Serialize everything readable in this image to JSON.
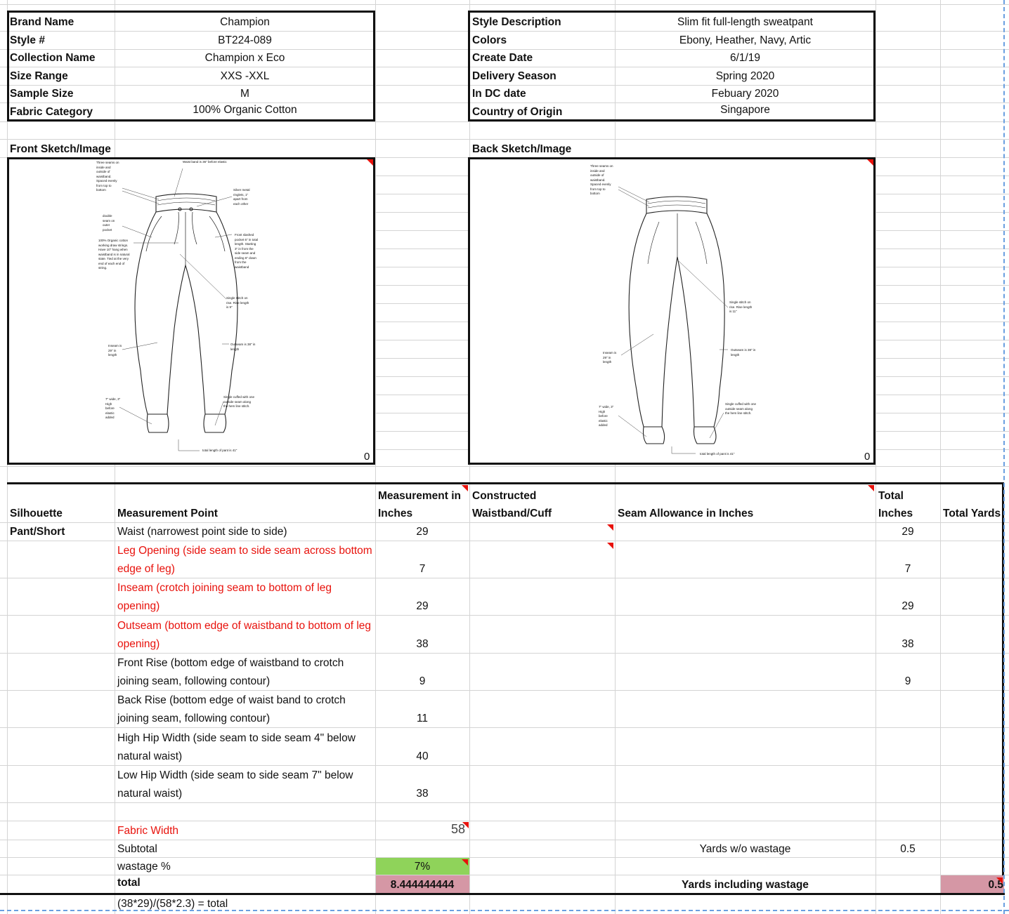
{
  "header_left": {
    "rows": [
      {
        "label": "Brand Name",
        "value": "Champion"
      },
      {
        "label": "Style #",
        "value": "BT224-089"
      },
      {
        "label": "Collection Name",
        "value": "Champion x Eco"
      },
      {
        "label": "Size Range",
        "value": "XXS -XXL"
      },
      {
        "label": "Sample Size",
        "value": "M"
      },
      {
        "label": "Fabric Category",
        "value": "100% Organic Cotton"
      }
    ]
  },
  "header_right": {
    "rows": [
      {
        "label": "Style Description",
        "value": "Slim fit full-length sweatpant"
      },
      {
        "label": "Colors",
        "value": "Ebony, Heather, Navy, Artic"
      },
      {
        "label": "Create Date",
        "value": "6/1/19"
      },
      {
        "label": "Delivery Season",
        "value": "Spring 2020"
      },
      {
        "label": "In DC date",
        "value": "Febuary 2020"
      },
      {
        "label": "Country of Origin",
        "value": "Singapore"
      }
    ]
  },
  "sketches": {
    "front_title": "Front Sketch/Image",
    "back_title": "Back Sketch/Image",
    "front_counter": "0",
    "back_counter": "0",
    "front_notes": {
      "seams": "Three seams on inside and outside of waistband. Spaced evenly from top to bottom",
      "waistband": "Waist band is 36\" before elastic",
      "grommets": "Silver metal ringlets, 1\" apart from each other",
      "pocket_seam": "double seam on outer pocket",
      "drawstring": "100% Organic cotton working draw strings. Have 10\" hang when waistband is in natural state. Tied at the very end of each end of string.",
      "front_pocket": "Front slashed pocket 6\" in total length. Starting 3\" in from the side seam and ending 6\" down from the waistband",
      "rise": "Single stitch on rise. Rise length is 9\"",
      "inseam": "Inseam is 29\" in length",
      "outseam": "Outseam is 38\" in length",
      "cuff_size": "7\" wide, 3\" High before elastic added",
      "cuff": "Single cuffed with one outside seam along the hem line stitch.",
      "total_length": "total length of pant is 41\""
    },
    "back_notes": {
      "seams": "Three seams on inside and outside of waistband. Spaced evenly from top to bottom",
      "rise": "Single stitch on rise. Rise length is 11\"",
      "inseam": "Inseam is 29\" in length",
      "outseam": "Outseam is 38\" in length",
      "cuff_size": "7\" wide, 3\" High before elastic added",
      "cuff": "Single cuffed with one outside seam along the hem line stitch.",
      "total_length": "total length of pant is 41\""
    }
  },
  "table": {
    "headers": {
      "silhouette": "Silhouette",
      "measurement_point": "Measurement Point",
      "measurement_line1": "Measurement in",
      "measurement_line2": "Inches",
      "constructed_line1": "Constructed",
      "constructed_line2": "Waistband/Cuff",
      "seam_allowance": "Seam Allowance in Inches",
      "total_inches_line1": "Total",
      "total_inches_line2": "Inches",
      "total_yards": "Total Yards"
    },
    "silhouette_value": "Pant/Short",
    "rows": [
      {
        "point": "Waist (narrowest point side to side)",
        "inches": "29",
        "total": "29"
      },
      {
        "point": "Leg Opening (side seam to side seam across bottom edge of leg)",
        "inches": "7",
        "total": "7"
      },
      {
        "point": "Inseam (crotch joining seam to bottom of leg opening)",
        "inches": "29",
        "total": "29"
      },
      {
        "point": "Outseam (bottom edge of waistband to bottom of leg opening)",
        "inches": "38",
        "total": "38"
      },
      {
        "point": "Front Rise (bottom edge of waistband to crotch joining seam, following contour)",
        "inches": "9",
        "total": "9"
      },
      {
        "point": "Back Rise (bottom edge of waist band to crotch joining seam, following contour)",
        "inches": "11",
        "total": ""
      },
      {
        "point": "High Hip Width (side seam to side seam 4\" below natural waist)",
        "inches": "40",
        "total": ""
      },
      {
        "point": "Low Hip Width (side seam to side seam 7\" below natural waist)",
        "inches": "38",
        "total": ""
      }
    ],
    "fabric_width_label": "Fabric Width",
    "fabric_width_value": "58",
    "subtotal_label": "Subtotal",
    "yards_wo_label": "Yards w/o wastage",
    "yards_wo_value": "0.5",
    "wastage_label": "wastage %",
    "wastage_value": "7%",
    "total_label": "total",
    "total_value": "8.444444444",
    "yards_incl_label": "Yards including wastage",
    "yards_incl_value": "0.5",
    "formula": "(38*29)/(58*2.3) = total"
  },
  "colors": {
    "red_text": "#e8120c",
    "green_cell": "#8fd35a",
    "pink_cell": "#d597a5",
    "grid": "#d4d4d4",
    "page_break": "#6a9fe0"
  }
}
